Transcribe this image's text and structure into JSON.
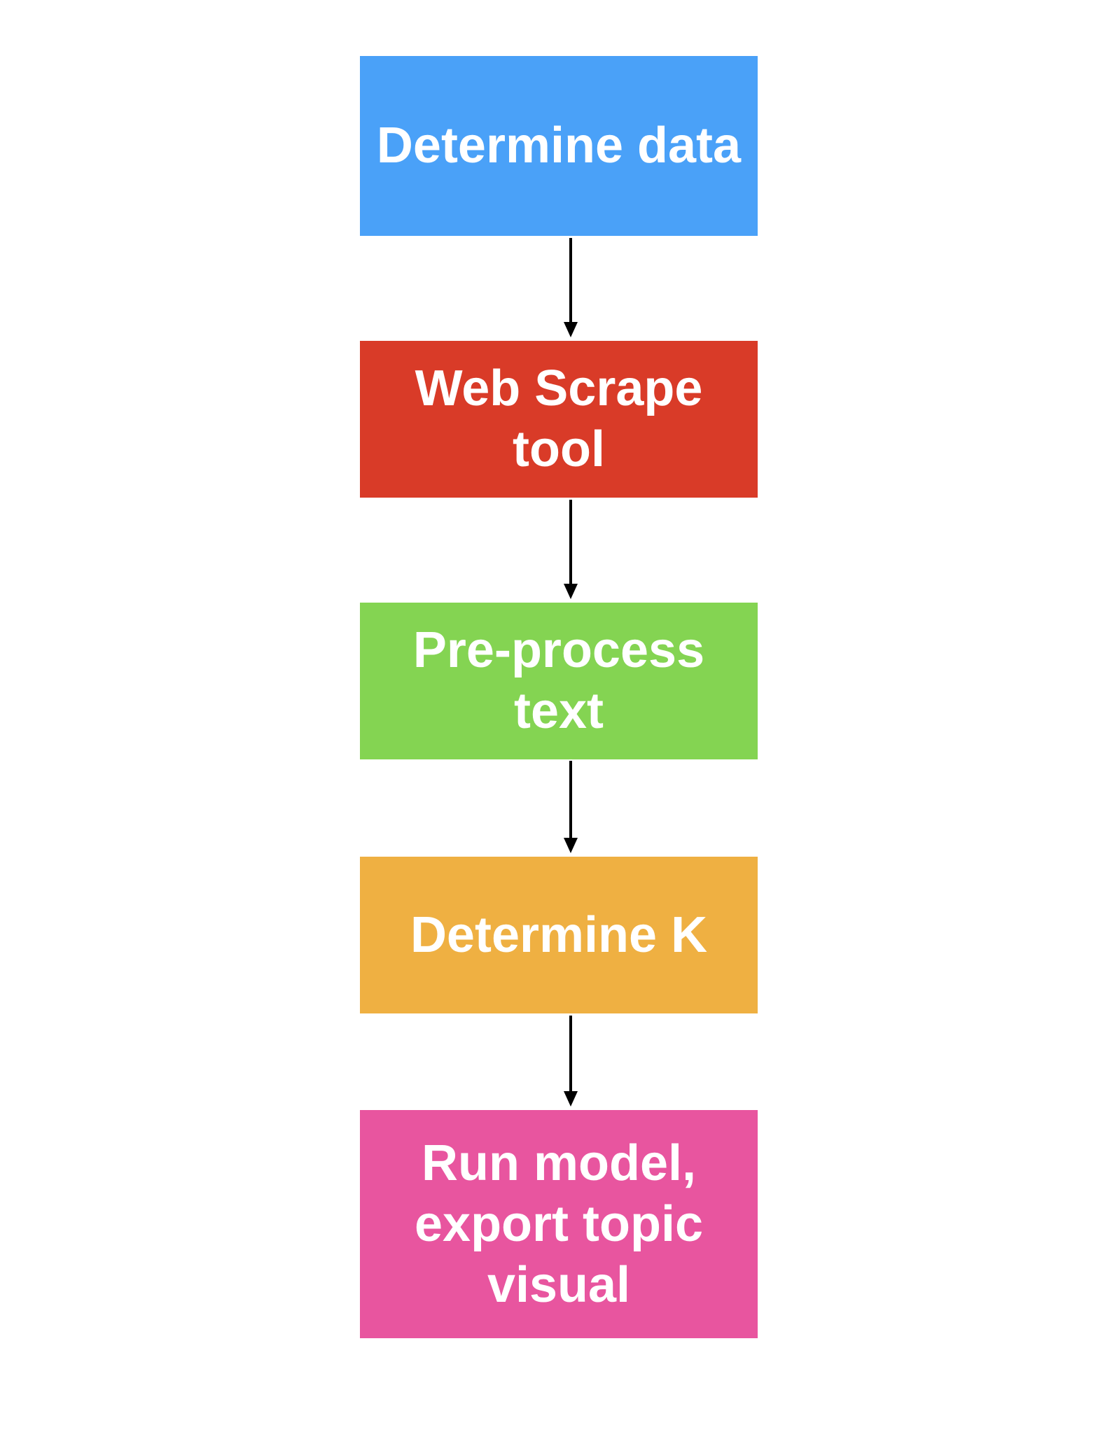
{
  "nodes": [
    {
      "id": "determine-data",
      "label": "Determine data",
      "color": "#4aa1f8"
    },
    {
      "id": "web-scrape-tool",
      "label": "Web Scrape\ntool",
      "color": "#d93b28"
    },
    {
      "id": "pre-process-text",
      "label": "Pre-process\ntext",
      "color": "#84d452"
    },
    {
      "id": "determine-k",
      "label": "Determine K",
      "color": "#efb042"
    },
    {
      "id": "run-model",
      "label": "Run model,\nexport topic\nvisual",
      "color": "#e8559f"
    }
  ],
  "edges": [
    {
      "from": "determine-data",
      "to": "web-scrape-tool"
    },
    {
      "from": "web-scrape-tool",
      "to": "pre-process-text"
    },
    {
      "from": "pre-process-text",
      "to": "determine-k"
    },
    {
      "from": "determine-k",
      "to": "run-model"
    }
  ],
  "edge_color": "#000000"
}
